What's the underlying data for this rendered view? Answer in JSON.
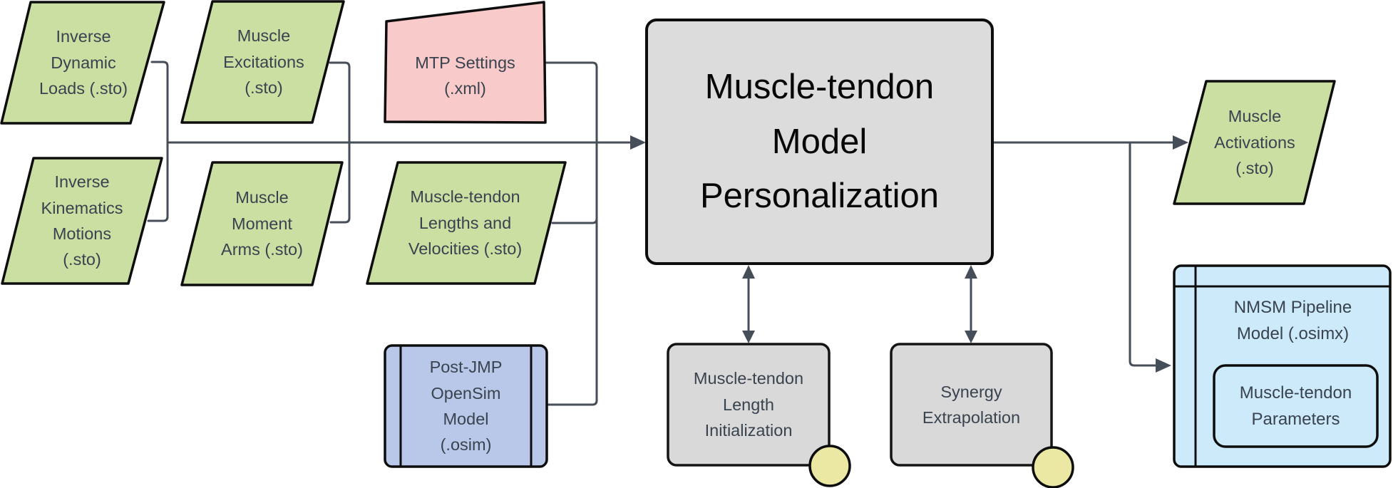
{
  "diagram": {
    "title": "Muscle-tendon Model Personalization pipeline flowchart",
    "colors": {
      "input_green": "#cbdfa3",
      "settings_pink": "#f9caca",
      "process_gray_large": "#dcdcdc",
      "process_gray_small": "#d9d9d9",
      "model_blue": "#b9c8e9",
      "output_light_blue": "#cdeafa",
      "extension_yellow": "#ebe8a4",
      "connector": "#454e59",
      "label_text": "#39434f"
    },
    "nodes": {
      "inverse_dynamic_loads": {
        "label": "Inverse\nDynamic\nLoads (.sto)"
      },
      "muscle_excitations": {
        "label": "Muscle\nExcitations\n(.sto)"
      },
      "mtp_settings": {
        "label": "MTP Settings\n(.xml)"
      },
      "inverse_kinematics_motions": {
        "label": "Inverse\nKinematics\nMotions\n(.sto)"
      },
      "muscle_moment_arms": {
        "label": "Muscle\nMoment\nArms (.sto)"
      },
      "muscle_tendon_lengths_velocities": {
        "label": "Muscle-tendon\nLengths and\nVelocities (.sto)"
      },
      "post_jmp_opensim_model": {
        "label": "Post-JMP\nOpenSim\nModel\n(.osim)"
      },
      "muscle_tendon_model_personalization": {
        "label": "Muscle-tendon\nModel\nPersonalization"
      },
      "muscle_tendon_length_initialization": {
        "label": "Muscle-tendon\nLength\nInitialization"
      },
      "synergy_extrapolation": {
        "label": "Synergy\nExtrapolation"
      },
      "muscle_activations": {
        "label": "Muscle\nActivations\n(.sto)"
      },
      "nmsm_pipeline_model": {
        "label": "NMSM Pipeline\nModel (.osimx)"
      },
      "muscle_tendon_parameters": {
        "label": "Muscle-tendon\nParameters"
      }
    }
  }
}
